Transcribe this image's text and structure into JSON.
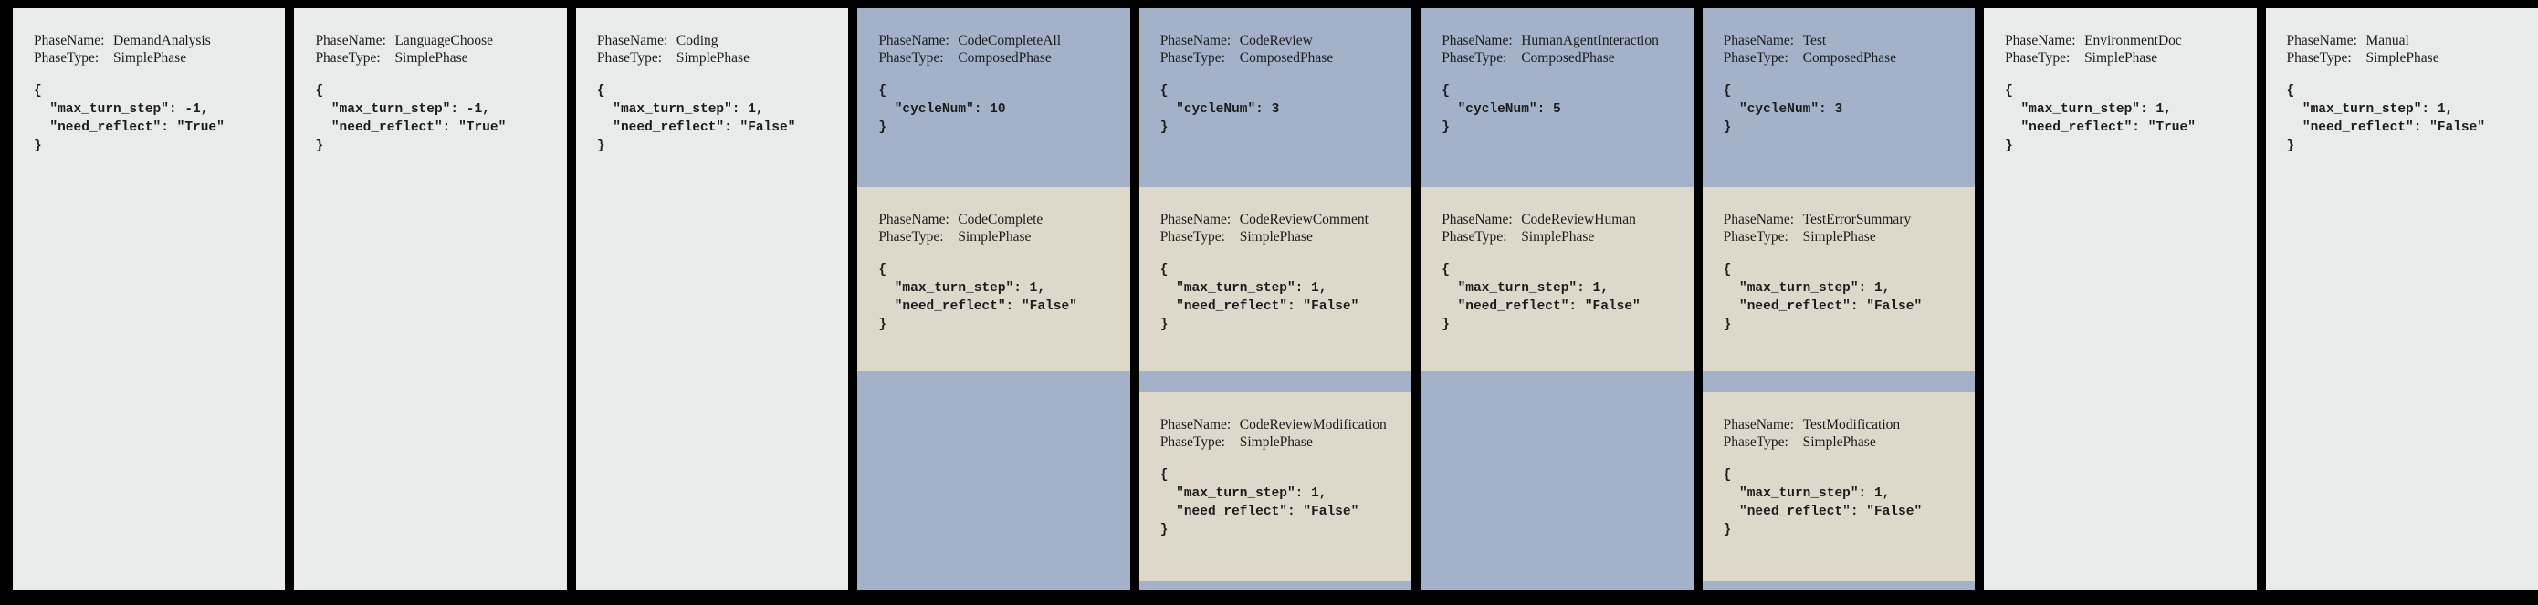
{
  "labels": {
    "phase_name": "PhaseName:",
    "phase_type": "PhaseType:"
  },
  "colors": {
    "background": "#000000",
    "simple_phase_bg": "#e8ebe9",
    "composed_phase_bg": "#a3b2c9",
    "inner_phase_bg": "#ded8cb",
    "text": "#1b1b1b"
  },
  "phases": [
    {
      "name": "DemandAnalysis",
      "type": "SimplePhase",
      "config": "{\n  \"max_turn_step\": -1,\n  \"need_reflect\": \"True\"\n}"
    },
    {
      "name": "LanguageChoose",
      "type": "SimplePhase",
      "config": "{\n  \"max_turn_step\": -1,\n  \"need_reflect\": \"True\"\n}"
    },
    {
      "name": "Coding",
      "type": "SimplePhase",
      "config": "{\n  \"max_turn_step\": 1,\n  \"need_reflect\": \"False\"\n}"
    },
    {
      "name": "CodeCompleteAll",
      "type": "ComposedPhase",
      "config": "{\n  \"cycleNum\": 10\n}",
      "children": [
        {
          "name": "CodeComplete",
          "type": "SimplePhase",
          "config": "{\n  \"max_turn_step\": 1,\n  \"need_reflect\": \"False\"\n}"
        }
      ]
    },
    {
      "name": "CodeReview",
      "type": "ComposedPhase",
      "config": "{\n  \"cycleNum\": 3\n}",
      "children": [
        {
          "name": "CodeReviewComment",
          "type": "SimplePhase",
          "config": "{\n  \"max_turn_step\": 1,\n  \"need_reflect\": \"False\"\n}"
        },
        {
          "name": "CodeReviewModification",
          "type": "SimplePhase",
          "config": "{\n  \"max_turn_step\": 1,\n  \"need_reflect\": \"False\"\n}"
        }
      ]
    },
    {
      "name": "HumanAgentInteraction",
      "type": "ComposedPhase",
      "config": "{\n  \"cycleNum\": 5\n}",
      "children": [
        {
          "name": "CodeReviewHuman",
          "type": "SimplePhase",
          "config": "{\n  \"max_turn_step\": 1,\n  \"need_reflect\": \"False\"\n}"
        }
      ]
    },
    {
      "name": "Test",
      "type": "ComposedPhase",
      "config": "{\n  \"cycleNum\": 3\n}",
      "children": [
        {
          "name": "TestErrorSummary",
          "type": "SimplePhase",
          "config": "{\n  \"max_turn_step\": 1,\n  \"need_reflect\": \"False\"\n}"
        },
        {
          "name": "TestModification",
          "type": "SimplePhase",
          "config": "{\n  \"max_turn_step\": 1,\n  \"need_reflect\": \"False\"\n}"
        }
      ]
    },
    {
      "name": "EnvironmentDoc",
      "type": "SimplePhase",
      "config": "{\n  \"max_turn_step\": 1,\n  \"need_reflect\": \"True\"\n}"
    },
    {
      "name": "Manual",
      "type": "SimplePhase",
      "config": "{\n  \"max_turn_step\": 1,\n  \"need_reflect\": \"False\"\n}"
    }
  ]
}
